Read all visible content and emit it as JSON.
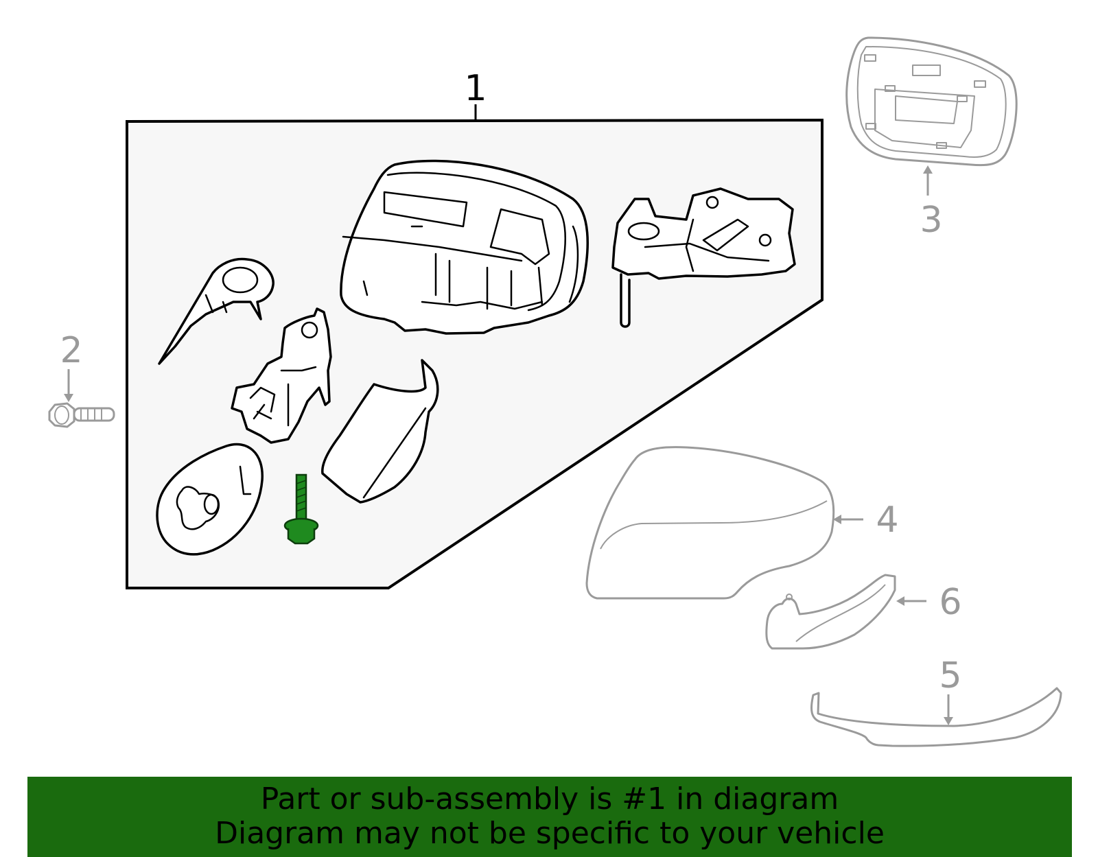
{
  "callouts": {
    "c1": "1",
    "c2": "2",
    "c3": "3",
    "c4": "4",
    "c5": "5",
    "c6": "6"
  },
  "banner": {
    "line1": "Part or sub-assembly is #1 in diagram",
    "line2": "Diagram may not be specific to your vehicle"
  },
  "colors": {
    "banner_background": "#1a6b0e",
    "highlight_bolt": "#1f8a1f",
    "assembly_panel": "#f7f7f7",
    "secondary_parts": "#9a9a9a"
  }
}
